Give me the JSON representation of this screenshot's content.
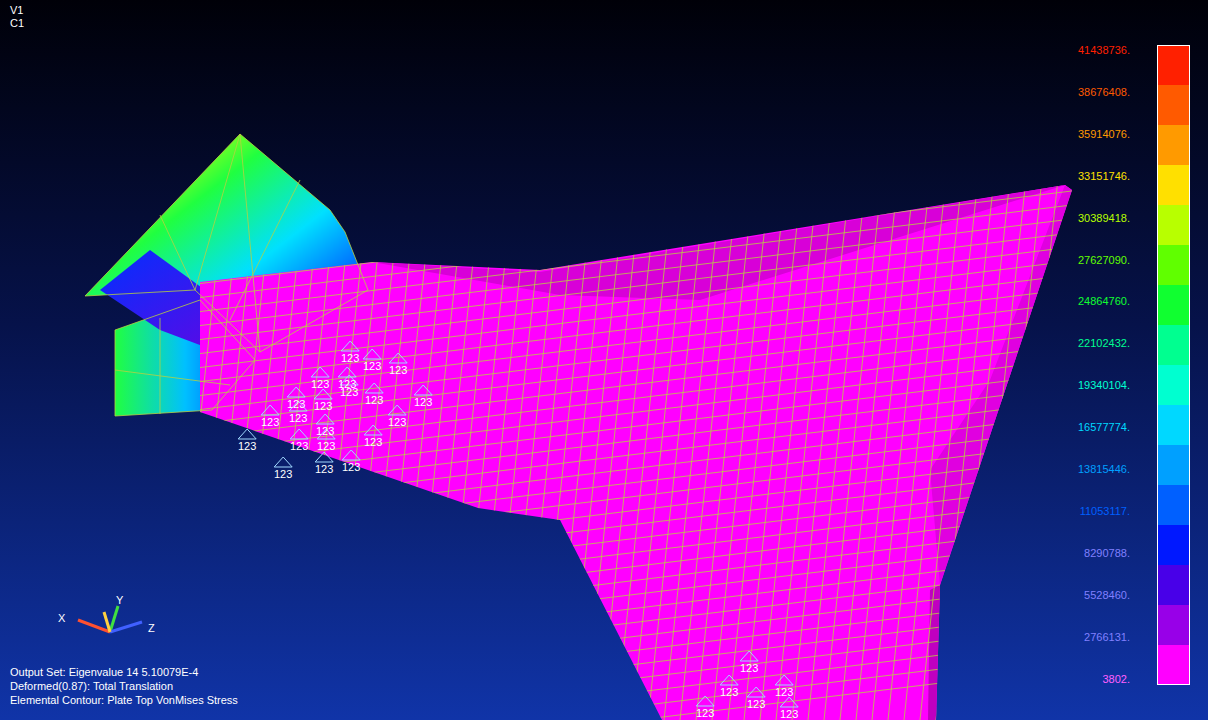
{
  "diagram": {
    "labels": [
      "V1",
      "C1",
      "123",
      "123",
      "123",
      "123",
      "123",
      "123",
      "123",
      "123",
      "123",
      "123",
      "123",
      "123",
      "123",
      "123",
      "123",
      "123",
      "123",
      "123",
      "123",
      "123",
      "123",
      "123",
      "123",
      "123",
      "123",
      "123",
      "123",
      "X",
      "Y",
      "Z",
      "Output Set: Eigenvalue 14 5.10079E-4",
      "Deformed(0.87): Total Translation",
      "Elemental Contour: Plate Top VonMises Stress"
    ],
    "legend": [
      {
        "text": "41438736.",
        "color": "#ff2000"
      },
      {
        "text": "38676408.",
        "color": "#ff5a00"
      },
      {
        "text": "35914076.",
        "color": "#ff9a00"
      },
      {
        "text": "33151746.",
        "color": "#ffe000"
      },
      {
        "text": "30389418.",
        "color": "#b8ff00"
      },
      {
        "text": "27627090.",
        "color": "#60ff00"
      },
      {
        "text": "24864760.",
        "color": "#10ff30"
      },
      {
        "text": "22102432.",
        "color": "#00ff90"
      },
      {
        "text": "19340104.",
        "color": "#00ffd0"
      },
      {
        "text": "16577774.",
        "color": "#00d8ff"
      },
      {
        "text": "13815446.",
        "color": "#00a0ff"
      },
      {
        "text": "11053117.",
        "color": "#0060ff"
      },
      {
        "text": "8290788.",
        "color": "#0018ff"
      },
      {
        "text": "5528460.",
        "color": "#4800e8"
      },
      {
        "text": "2766131.",
        "color": "#9800e8"
      },
      {
        "text": "3802.",
        "color": "#ff00ff"
      }
    ]
  }
}
